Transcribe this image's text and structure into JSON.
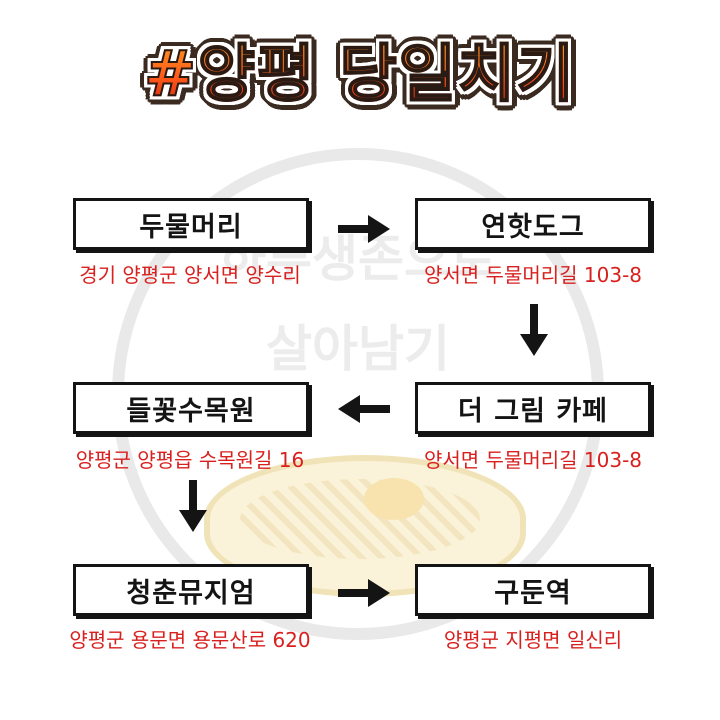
{
  "title": "#양평 당일치기",
  "watermark": {
    "line1": "하루생존으로",
    "line2": "살아남기"
  },
  "stops": [
    {
      "name": "두물머리",
      "address": "경기 양평군 양서면 양수리"
    },
    {
      "name": "연핫도그",
      "address": "양서면 두물머리길 103-8"
    },
    {
      "name": "더 그림 카페",
      "address": "양서면 두물머리길 103-8"
    },
    {
      "name": "들꽃수목원",
      "address": "양평군 양평읍 수목원길 16"
    },
    {
      "name": "청춘뮤지엄",
      "address": "양평군 용문면 용문산로 620"
    },
    {
      "name": "구둔역",
      "address": "양평군 지평면 일신리"
    }
  ],
  "colors": {
    "box_border": "#141414",
    "address": "#d8211f",
    "title_top": "#ff9a1f",
    "title_bottom": "#d6200c"
  },
  "icons": [
    "arrow-right-icon",
    "arrow-down-icon",
    "arrow-left-icon"
  ]
}
